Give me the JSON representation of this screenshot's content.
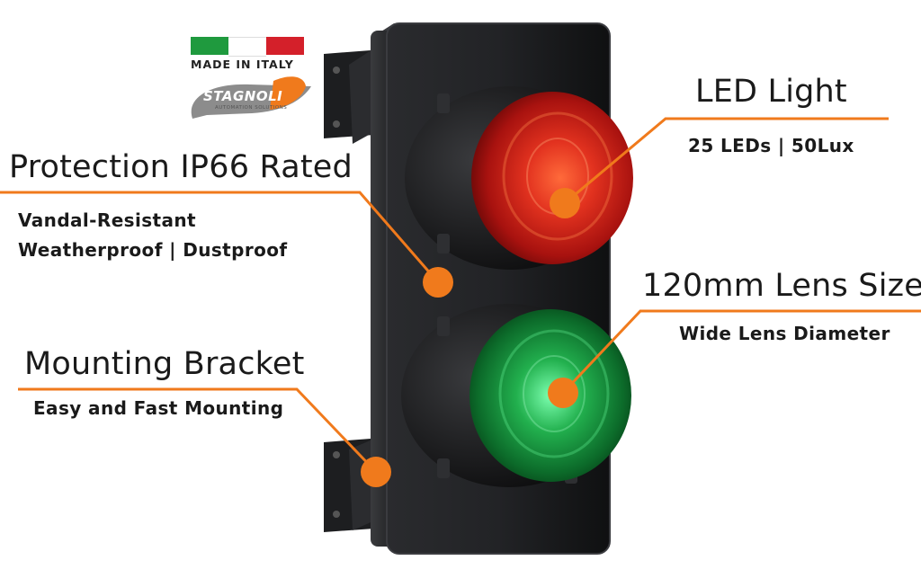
{
  "logo": {
    "made_in": "MADE IN ITALY",
    "brand": "STAGNOLI",
    "brand_tagline": "AUTOMATION SOLUTIONS",
    "flag_colors": [
      "#1f9a3e",
      "#ffffff",
      "#d4202a"
    ]
  },
  "callouts": {
    "led_light": {
      "title": "LED Light",
      "detail": "25 LEDs | 50Lux"
    },
    "protection": {
      "title": "Protection IP66 Rated",
      "detail_line1": "Vandal-Resistant",
      "detail_line2": "Weatherproof | Dustproof"
    },
    "lens_size": {
      "title": "120mm Lens Size",
      "detail": "Wide Lens Diameter"
    },
    "bracket": {
      "title": "Mounting Bracket",
      "detail": "Easy and Fast Mounting"
    }
  },
  "colors": {
    "accent": "#f07a1c",
    "housing": "#1b1c1e",
    "red_light": "#d8241c",
    "green_light": "#1fa548"
  }
}
